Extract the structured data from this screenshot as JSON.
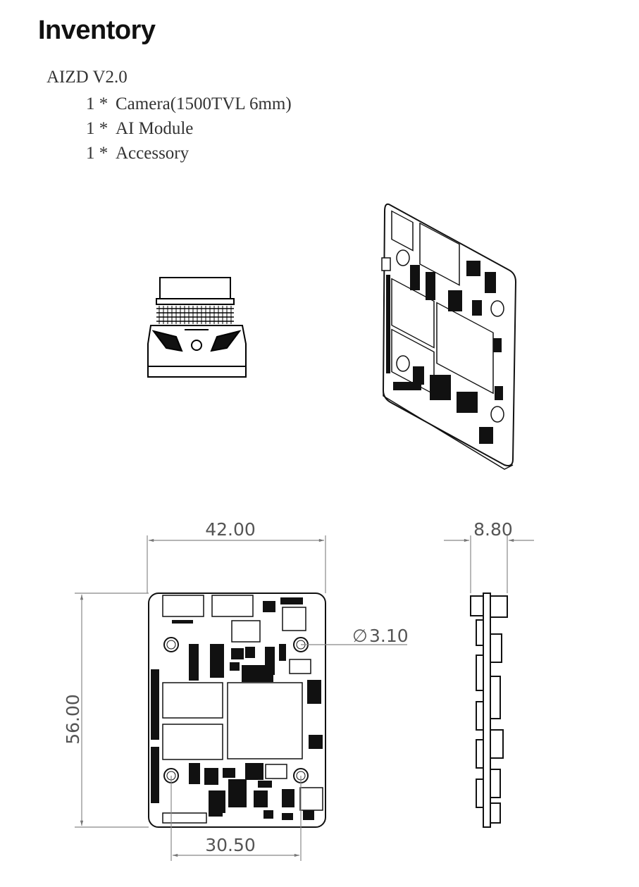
{
  "page": {
    "title": "Inventory",
    "product": "AIZD V2.0",
    "items": [
      {
        "qty": "1 *",
        "label": "Camera(1500TVL 6mm)"
      },
      {
        "qty": "1 *",
        "label": "AI  Module"
      },
      {
        "qty": "1 *",
        "label": "Accessory"
      }
    ]
  },
  "drawing": {
    "width_label": "42.00",
    "height_label": "56.00",
    "hole_spacing_label": "30.50",
    "thickness_label": "8.80",
    "hole_diameter_label": "3.10",
    "diameter_symbol": "∅"
  }
}
